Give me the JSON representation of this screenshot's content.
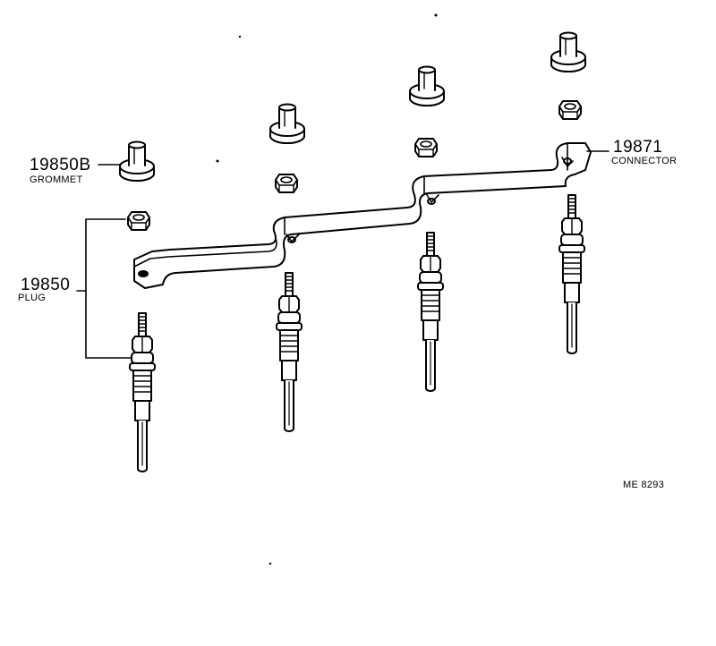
{
  "labels": {
    "grommet": {
      "part_number": "19850B",
      "name": "GROMMET"
    },
    "plug": {
      "part_number": "19850",
      "name": "PLUG"
    },
    "connector": {
      "part_number": "19871",
      "name": "CONNECTOR"
    }
  },
  "diagram_code": "ME 8293",
  "colors": {
    "line": "#000000",
    "background": "#ffffff"
  }
}
